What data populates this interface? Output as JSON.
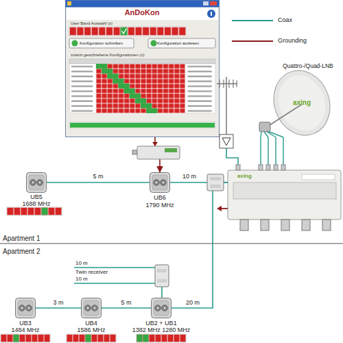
{
  "diagram": {
    "nodes": [
      {
        "text": [
          "AnDoKon",
          "User Band Auswahl (x)",
          "Konfiguration schreiben",
          "Konfiguration auslesen",
          "zuletzt geschriebene Konfigurationen (x)"
        ]
      },
      {
        "text": [
          "Quattro-/Quad-LNB",
          "axing"
        ]
      },
      {
        "text": [
          "UB5",
          "1688 MHz"
        ]
      },
      {
        "text": [
          "UB6",
          "1790 MHz"
        ]
      },
      {
        "text": [
          "axing"
        ]
      },
      {
        "text": [
          "UB3",
          "1484 MHz"
        ]
      },
      {
        "text": [
          "UB4",
          "1586 MHz"
        ]
      },
      {
        "text": [
          "UB2 + UB1",
          "1382 MHz 1280 MHz"
        ]
      }
    ],
    "edges": [
      {
        "from": 0,
        "to": 3,
        "arrow": "to"
      },
      {
        "from": 2,
        "to": 3,
        "label": "5 m",
        "arrow": "none"
      },
      {
        "from": 3,
        "to": 4,
        "label": "10 m",
        "arrow": "none"
      },
      {
        "from": 1,
        "to": 4,
        "arrow": "none"
      },
      {
        "from": 5,
        "to": 6,
        "label": "3 m",
        "arrow": "none"
      },
      {
        "from": 6,
        "to": 7,
        "label": "5 m",
        "arrow": "none"
      },
      {
        "from": 7,
        "to": 4,
        "label": "20 m",
        "arrow": "none"
      }
    ],
    "labels": [
      "Apartment 1",
      "Apartment 2",
      "10 m",
      "Twin receiver",
      "10 m"
    ],
    "legend": [
      {
        "text": "Coax"
      },
      {
        "text": "Grounding"
      }
    ]
  }
}
